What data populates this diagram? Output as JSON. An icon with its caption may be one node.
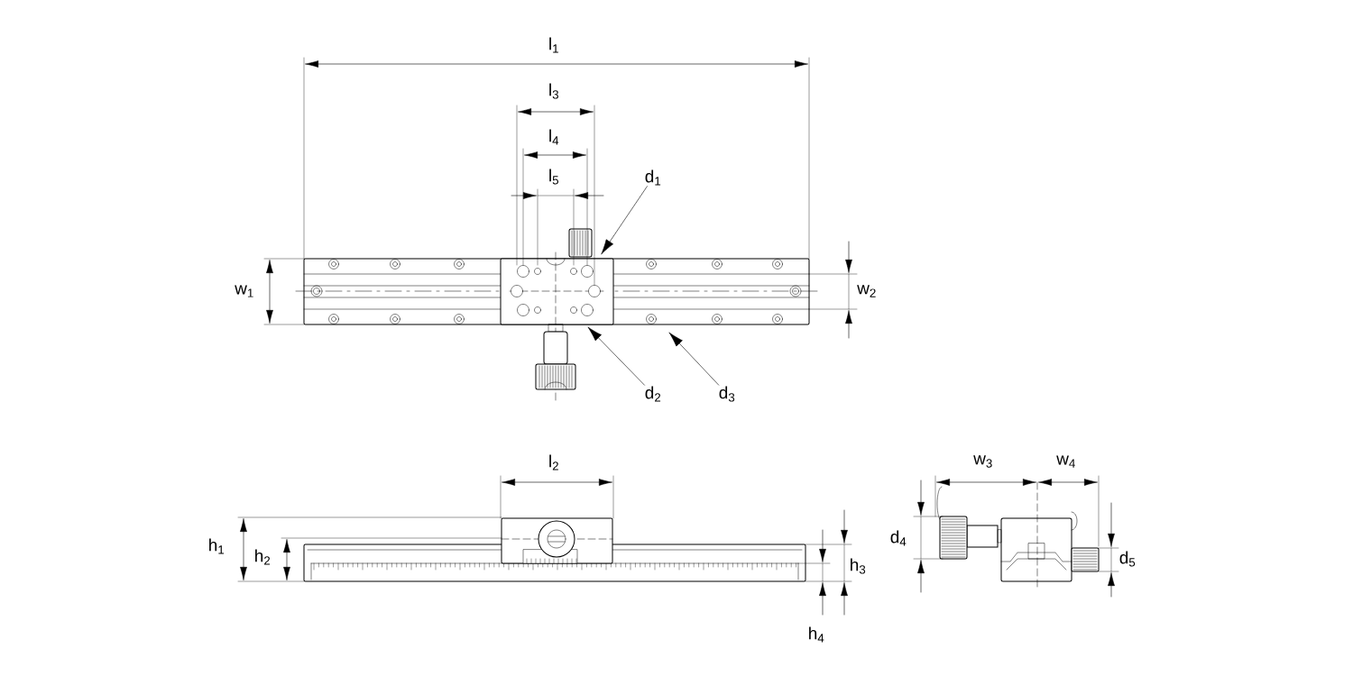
{
  "diagram": {
    "nodes": [
      {
        "text": [
          "d$_{1}$"
        ]
      },
      {
        "text": [
          "d$_{2}$"
        ]
      },
      {
        "text": [
          "d$_{3}$"
        ]
      }
    ],
    "edges": [
      {
        "from": 0,
        "to": null,
        "arrow": "to"
      },
      {
        "from": 1,
        "to": null,
        "arrow": "to"
      },
      {
        "from": 2,
        "to": null,
        "arrow": "to"
      }
    ],
    "labels": [
      "l$_{1}$",
      "l$_{3}$",
      "l$_{4}$",
      "l$_{5}$",
      "w$_{1}$",
      "w$_{2}$",
      "l$_{2}$",
      "w$_{3}$",
      "w$_{4}$",
      "h$_{1}$",
      "h$_{2}$",
      "d$_{4}$",
      "h$_{3}$",
      "d$_{5}$",
      "h$_{4}$"
    ]
  }
}
